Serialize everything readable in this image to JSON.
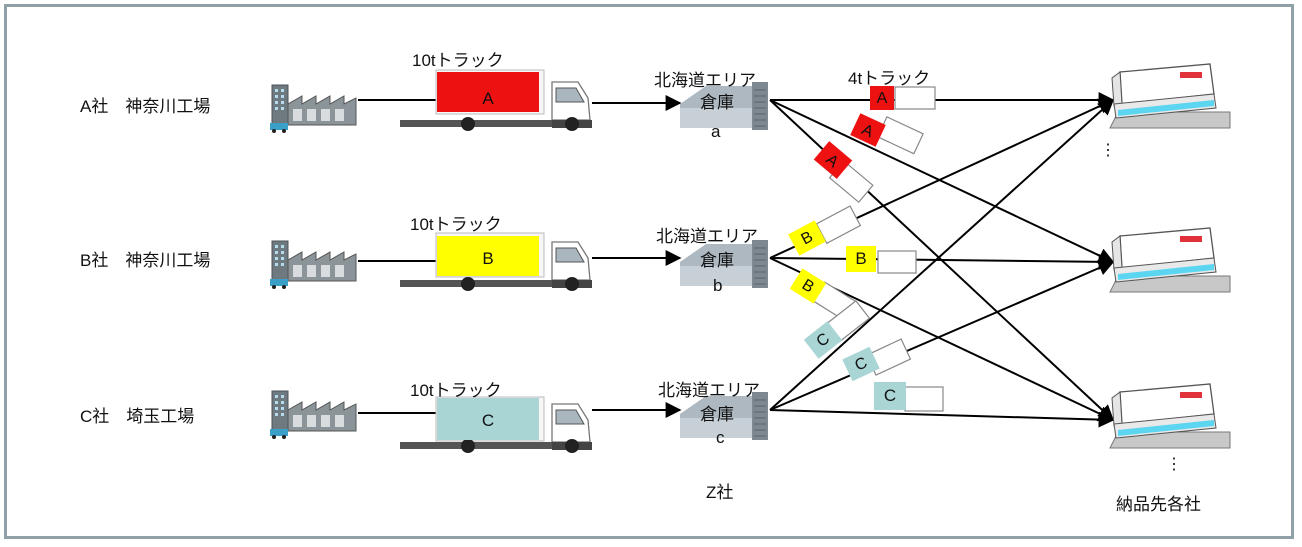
{
  "companies": [
    {
      "name": "A社　神奈川工場"
    },
    {
      "name": "B社　神奈川工場"
    },
    {
      "name": "C社　埼玉工場"
    }
  ],
  "large_truck_label": "10tトラック",
  "small_truck_label": "4tトラック",
  "warehouse_area_label": "北海道エリア",
  "warehouse_name": "倉庫",
  "warehouses": [
    "a",
    "b",
    "c"
  ],
  "cargo_letters": [
    "A",
    "B",
    "C"
  ],
  "operator": "Z社",
  "destination_label": "納品先各社",
  "ellipsis": "⋮",
  "colors": {
    "cargo_a": "#ee1111",
    "cargo_b": "#ffff00",
    "cargo_c": "#a9d5d5",
    "frame": "#8fa1a6"
  }
}
